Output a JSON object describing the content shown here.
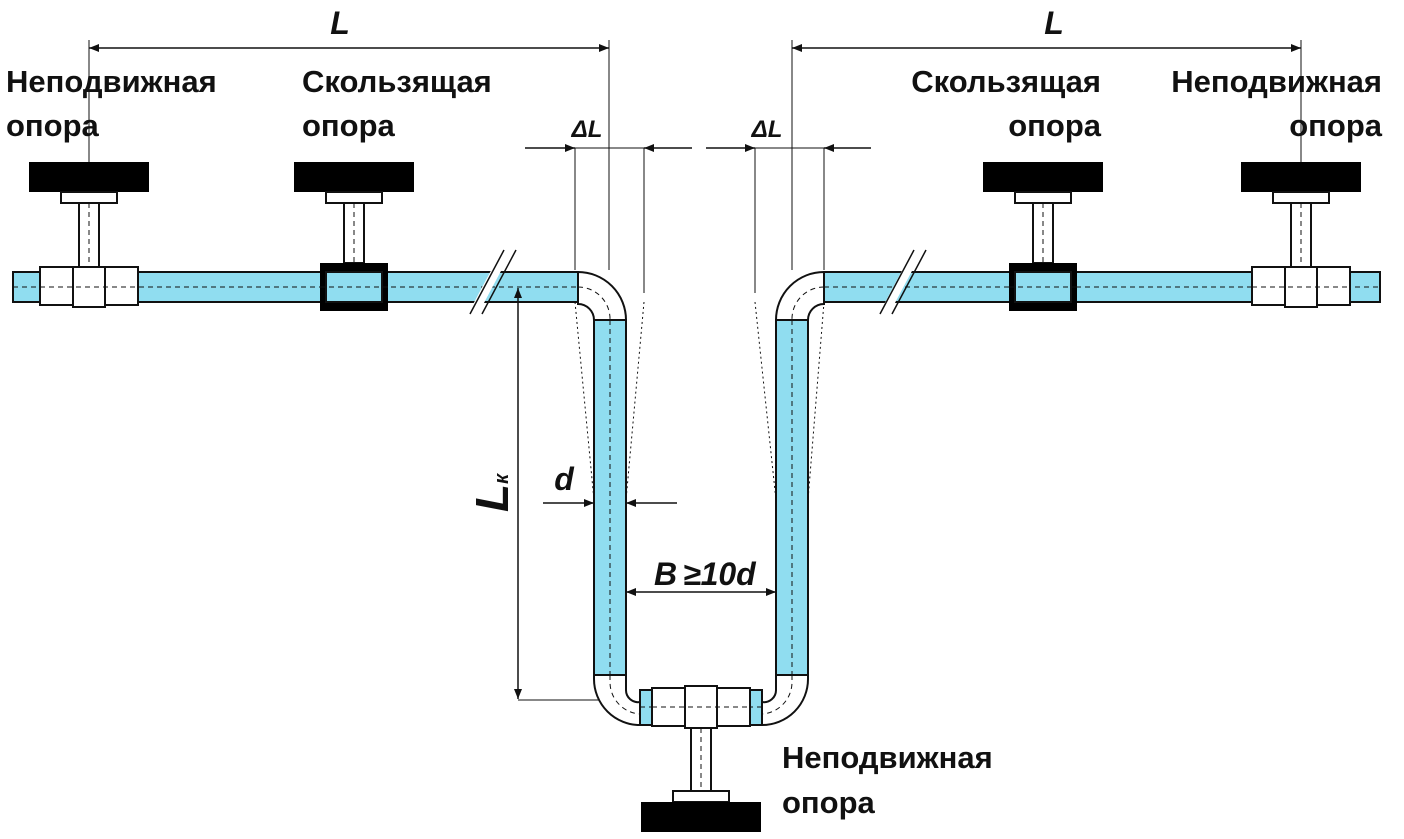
{
  "labels": {
    "fixed_support_top_left": [
      "Неподвижная",
      "опора"
    ],
    "sliding_support_left": [
      "Скользящая",
      "опора"
    ],
    "sliding_support_right": [
      "Скользящая",
      "опора"
    ],
    "fixed_support_top_right": [
      "Неподвижная",
      "опора"
    ],
    "fixed_support_bottom": [
      "Неподвижная",
      "опора"
    ]
  },
  "dimensions": {
    "length_left": "L",
    "length_right": "L",
    "delta_left": "ΔL",
    "delta_right": "ΔL",
    "loop_height_main": "L",
    "loop_height_sub": "к",
    "pipe_diameter": "d",
    "loop_width_letter": "B",
    "loop_width_rule": "≥10d"
  },
  "colors": {
    "pipe": "#90ddf0",
    "support": "#000000",
    "line": "#111111"
  }
}
